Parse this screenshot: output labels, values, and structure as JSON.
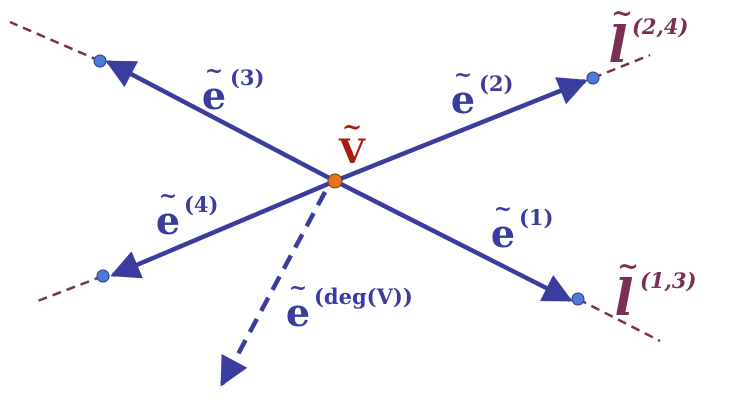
{
  "colors": {
    "edge": "#3b3d9e",
    "line_extension": "#7a3055",
    "vertex": "#e5731e",
    "endpoint": "#4b7bd6",
    "vertex_label": "#a51d12",
    "line_label": "#7a3055"
  },
  "vertex": {
    "label": "V"
  },
  "edges": [
    {
      "label": "e",
      "superscript": "(1)"
    },
    {
      "label": "e",
      "superscript": "(2)"
    },
    {
      "label": "e",
      "superscript": "(3)"
    },
    {
      "label": "e",
      "superscript": "(4)"
    },
    {
      "label": "e",
      "superscript": "(deg(V))"
    }
  ],
  "lines": [
    {
      "label": "l",
      "superscript": "(1,3)"
    },
    {
      "label": "l",
      "superscript": "(2,4)"
    }
  ]
}
